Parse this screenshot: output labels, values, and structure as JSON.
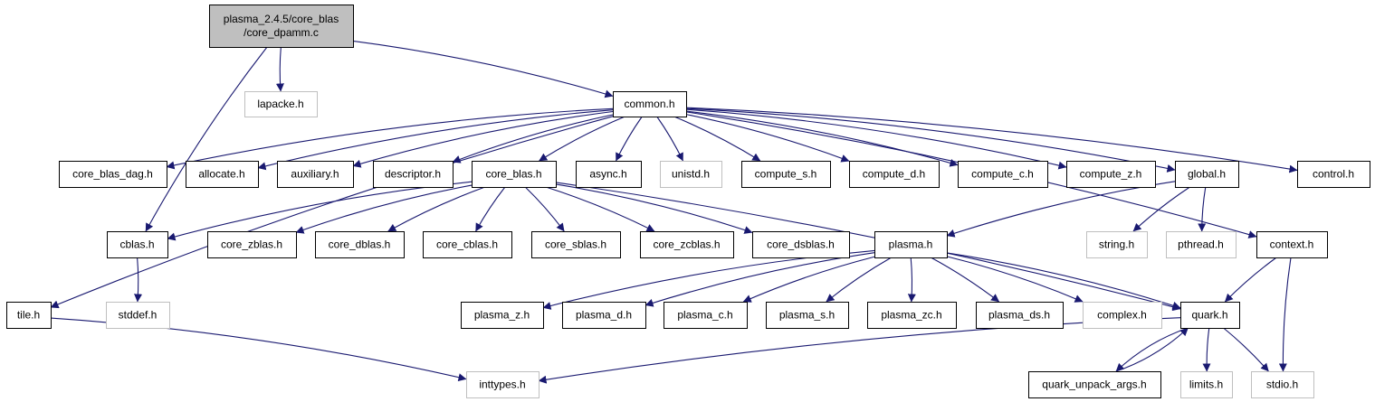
{
  "diagram": {
    "colors": {
      "edge": "#191970",
      "root_fill": "#bfbfbf",
      "node_border": "#000000",
      "missing_border": "#bfbfbf",
      "missing_text": "#7f7f7f",
      "node_fill": "#ffffff"
    },
    "nodes": [
      {
        "id": "root",
        "lines": [
          "plasma_2.4.5/core_blas",
          "/core_dpamm.c"
        ],
        "style": "root"
      },
      {
        "id": "lapacke",
        "lines": [
          "lapacke.h"
        ],
        "style": "missing"
      },
      {
        "id": "common",
        "lines": [
          "common.h"
        ],
        "style": "normal"
      },
      {
        "id": "core_blas_dag",
        "lines": [
          "core_blas_dag.h"
        ],
        "style": "normal"
      },
      {
        "id": "allocate",
        "lines": [
          "allocate.h"
        ],
        "style": "normal"
      },
      {
        "id": "auxiliary",
        "lines": [
          "auxiliary.h"
        ],
        "style": "normal"
      },
      {
        "id": "descriptor",
        "lines": [
          "descriptor.h"
        ],
        "style": "normal"
      },
      {
        "id": "core_blas",
        "lines": [
          "core_blas.h"
        ],
        "style": "normal"
      },
      {
        "id": "async",
        "lines": [
          "async.h"
        ],
        "style": "normal"
      },
      {
        "id": "unistd",
        "lines": [
          "unistd.h"
        ],
        "style": "missing"
      },
      {
        "id": "compute_s",
        "lines": [
          "compute_s.h"
        ],
        "style": "normal"
      },
      {
        "id": "compute_d",
        "lines": [
          "compute_d.h"
        ],
        "style": "normal"
      },
      {
        "id": "compute_c",
        "lines": [
          "compute_c.h"
        ],
        "style": "normal"
      },
      {
        "id": "compute_z",
        "lines": [
          "compute_z.h"
        ],
        "style": "normal"
      },
      {
        "id": "global",
        "lines": [
          "global.h"
        ],
        "style": "normal"
      },
      {
        "id": "control",
        "lines": [
          "control.h"
        ],
        "style": "normal"
      },
      {
        "id": "cblas",
        "lines": [
          "cblas.h"
        ],
        "style": "normal"
      },
      {
        "id": "core_zblas",
        "lines": [
          "core_zblas.h"
        ],
        "style": "normal"
      },
      {
        "id": "core_dblas",
        "lines": [
          "core_dblas.h"
        ],
        "style": "normal"
      },
      {
        "id": "core_cblas",
        "lines": [
          "core_cblas.h"
        ],
        "style": "normal"
      },
      {
        "id": "core_sblas",
        "lines": [
          "core_sblas.h"
        ],
        "style": "normal"
      },
      {
        "id": "core_zcblas",
        "lines": [
          "core_zcblas.h"
        ],
        "style": "normal"
      },
      {
        "id": "core_dsblas",
        "lines": [
          "core_dsblas.h"
        ],
        "style": "normal"
      },
      {
        "id": "plasma",
        "lines": [
          "plasma.h"
        ],
        "style": "normal"
      },
      {
        "id": "string",
        "lines": [
          "string.h"
        ],
        "style": "missing"
      },
      {
        "id": "pthread",
        "lines": [
          "pthread.h"
        ],
        "style": "missing"
      },
      {
        "id": "context",
        "lines": [
          "context.h"
        ],
        "style": "normal"
      },
      {
        "id": "tile",
        "lines": [
          "tile.h"
        ],
        "style": "normal"
      },
      {
        "id": "stddef",
        "lines": [
          "stddef.h"
        ],
        "style": "missing"
      },
      {
        "id": "plasma_z",
        "lines": [
          "plasma_z.h"
        ],
        "style": "normal"
      },
      {
        "id": "plasma_d",
        "lines": [
          "plasma_d.h"
        ],
        "style": "normal"
      },
      {
        "id": "plasma_c",
        "lines": [
          "plasma_c.h"
        ],
        "style": "normal"
      },
      {
        "id": "plasma_s",
        "lines": [
          "plasma_s.h"
        ],
        "style": "normal"
      },
      {
        "id": "plasma_zc",
        "lines": [
          "plasma_zc.h"
        ],
        "style": "normal"
      },
      {
        "id": "plasma_ds",
        "lines": [
          "plasma_ds.h"
        ],
        "style": "normal"
      },
      {
        "id": "complex",
        "lines": [
          "complex.h"
        ],
        "style": "missing"
      },
      {
        "id": "quark",
        "lines": [
          "quark.h"
        ],
        "style": "normal"
      },
      {
        "id": "inttypes",
        "lines": [
          "inttypes.h"
        ],
        "style": "missing"
      },
      {
        "id": "quark_unpack_args",
        "lines": [
          "quark_unpack_args.h"
        ],
        "style": "normal"
      },
      {
        "id": "limits",
        "lines": [
          "limits.h"
        ],
        "style": "missing"
      },
      {
        "id": "stdio",
        "lines": [
          "stdio.h"
        ],
        "style": "missing"
      }
    ],
    "edges": [
      [
        "root",
        "lapacke"
      ],
      [
        "root",
        "common"
      ],
      [
        "root",
        "cblas"
      ],
      [
        "common",
        "tile"
      ],
      [
        "common",
        "core_blas_dag"
      ],
      [
        "common",
        "allocate"
      ],
      [
        "common",
        "auxiliary"
      ],
      [
        "common",
        "descriptor"
      ],
      [
        "common",
        "core_blas"
      ],
      [
        "common",
        "async"
      ],
      [
        "common",
        "unistd"
      ],
      [
        "common",
        "compute_s"
      ],
      [
        "common",
        "compute_d"
      ],
      [
        "common",
        "compute_c"
      ],
      [
        "common",
        "compute_z"
      ],
      [
        "common",
        "global"
      ],
      [
        "common",
        "context"
      ],
      [
        "common",
        "control"
      ],
      [
        "core_blas",
        "cblas"
      ],
      [
        "core_blas",
        "core_zblas"
      ],
      [
        "core_blas",
        "core_dblas"
      ],
      [
        "core_blas",
        "core_cblas"
      ],
      [
        "core_blas",
        "core_sblas"
      ],
      [
        "core_blas",
        "core_zcblas"
      ],
      [
        "core_blas",
        "core_dsblas"
      ],
      [
        "core_blas",
        "quark"
      ],
      [
        "global",
        "plasma"
      ],
      [
        "global",
        "string"
      ],
      [
        "global",
        "pthread"
      ],
      [
        "cblas",
        "stddef"
      ],
      [
        "tile",
        "inttypes"
      ],
      [
        "plasma",
        "plasma_z"
      ],
      [
        "plasma",
        "plasma_d"
      ],
      [
        "plasma",
        "plasma_c"
      ],
      [
        "plasma",
        "plasma_s"
      ],
      [
        "plasma",
        "plasma_zc"
      ],
      [
        "plasma",
        "plasma_ds"
      ],
      [
        "plasma",
        "complex"
      ],
      [
        "plasma",
        "quark"
      ],
      [
        "context",
        "quark"
      ],
      [
        "context",
        "stdio"
      ],
      [
        "quark",
        "inttypes"
      ],
      [
        "quark",
        "quark_unpack_args"
      ],
      [
        "quark",
        "limits"
      ],
      [
        "quark",
        "stdio"
      ],
      [
        "quark_unpack_args",
        "quark"
      ]
    ]
  }
}
